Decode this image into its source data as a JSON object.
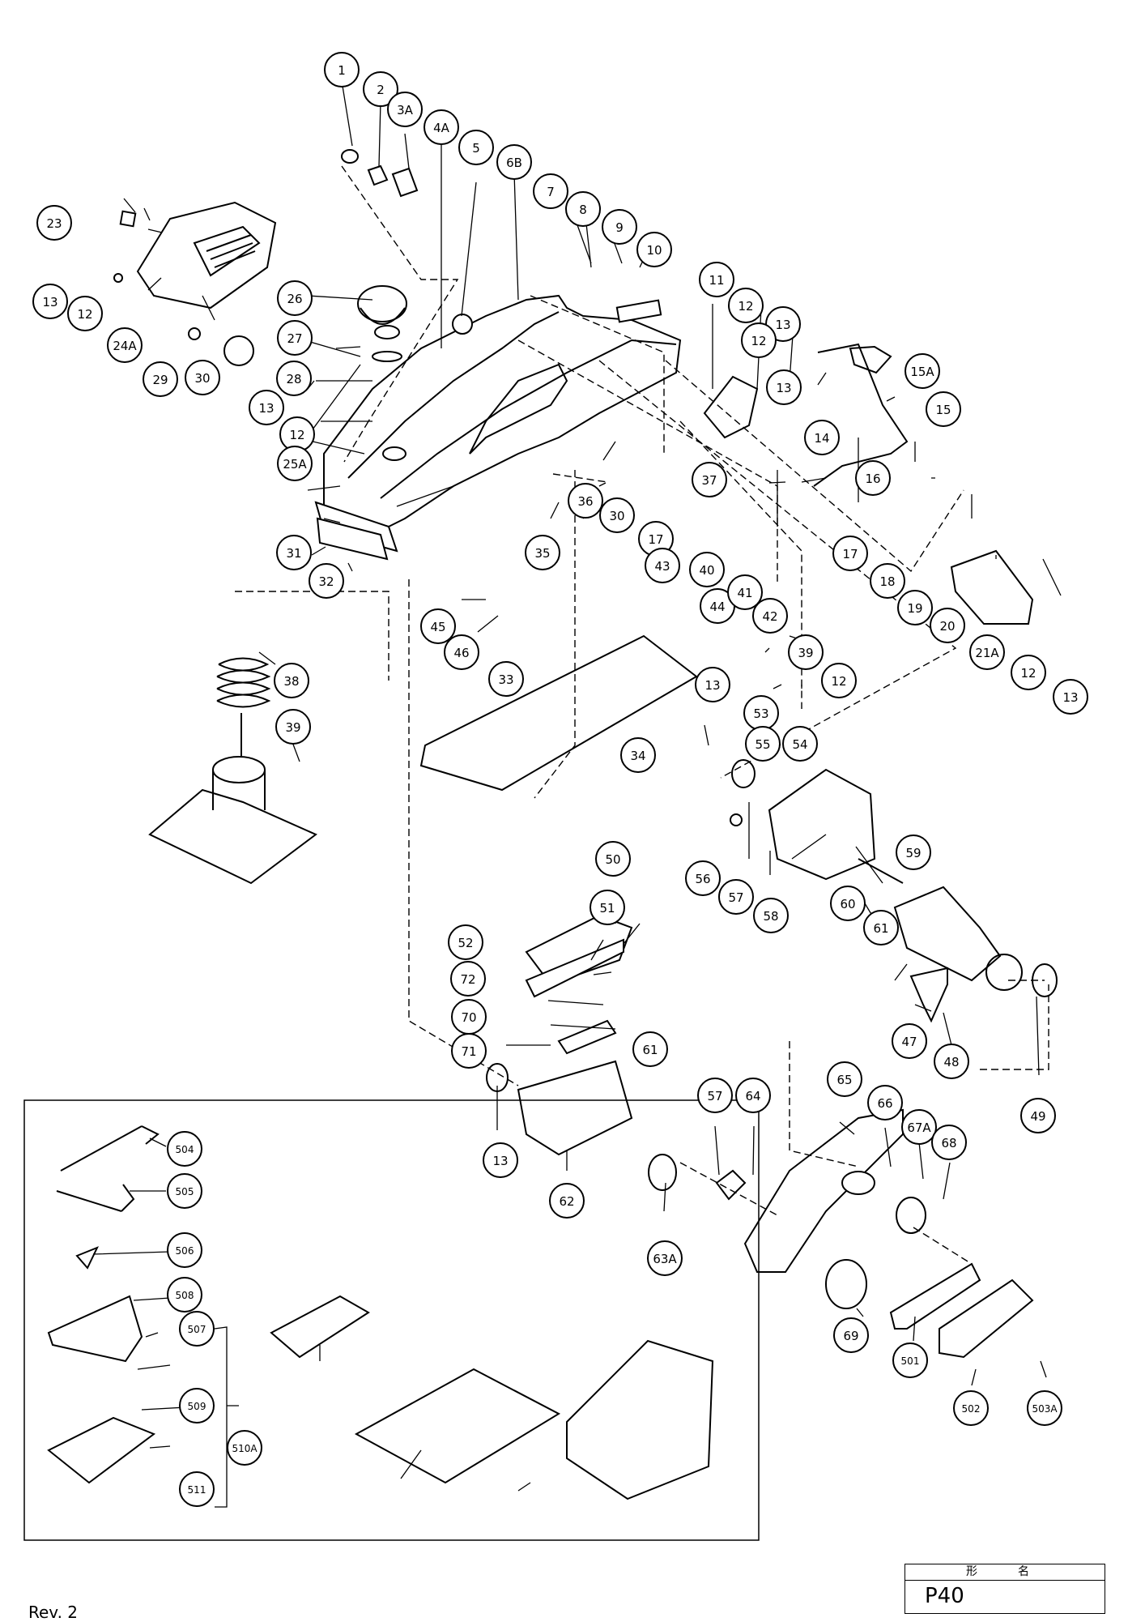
{
  "revision": "Rev. 2",
  "title_block": {
    "heading": "形　名",
    "model": "P40"
  },
  "callouts": [
    "1",
    "2",
    "3A",
    "4A",
    "5",
    "6B",
    "7",
    "8",
    "9",
    "10",
    "11",
    "12",
    "13",
    "12",
    "13",
    "15A",
    "15",
    "14",
    "16",
    "17",
    "18",
    "19",
    "20",
    "21A",
    "12",
    "13",
    "23",
    "13",
    "12",
    "24A",
    "26",
    "27",
    "28",
    "29",
    "30",
    "13",
    "12",
    "25A",
    "31",
    "32",
    "35",
    "30",
    "36",
    "17",
    "37",
    "43",
    "44",
    "45",
    "46",
    "33",
    "34",
    "38",
    "39",
    "40",
    "41",
    "42",
    "39",
    "12",
    "13",
    "53",
    "54",
    "55",
    "56",
    "57",
    "58",
    "59",
    "60",
    "61",
    "47",
    "48",
    "49",
    "50",
    "51",
    "52",
    "72",
    "70",
    "71",
    "61",
    "13",
    "62",
    "63A",
    "57",
    "64",
    "65",
    "66",
    "67A",
    "68",
    "69",
    "501",
    "502",
    "503A",
    "504",
    "505",
    "506",
    "508",
    "507",
    "509",
    "510A",
    "511"
  ]
}
